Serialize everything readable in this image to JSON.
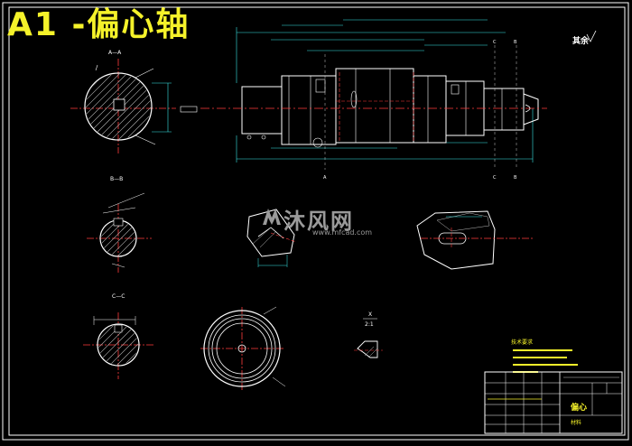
{
  "title": "A1 -偏心轴",
  "watermark": {
    "text": "沐风网",
    "url": "www.mfcad.com"
  },
  "labels": {
    "section_aa": "A—A",
    "section_bb": "B—B",
    "section_cc": "C—C",
    "detail_x": "X",
    "detail_scale": "2:1",
    "other": "其余",
    "tech_req": "技术要求",
    "tb_name": "偏心",
    "tb_material": "材料",
    "mark_a": "A",
    "mark_b": "B",
    "mark_c": "C"
  },
  "colors": {
    "line": "#ffffff",
    "centerline": "#ff3b3b",
    "dim": "#39e6e6",
    "dim_alt": "#30ff60",
    "yellow": "#f5f22a",
    "hatch": "#bbbbbb"
  }
}
